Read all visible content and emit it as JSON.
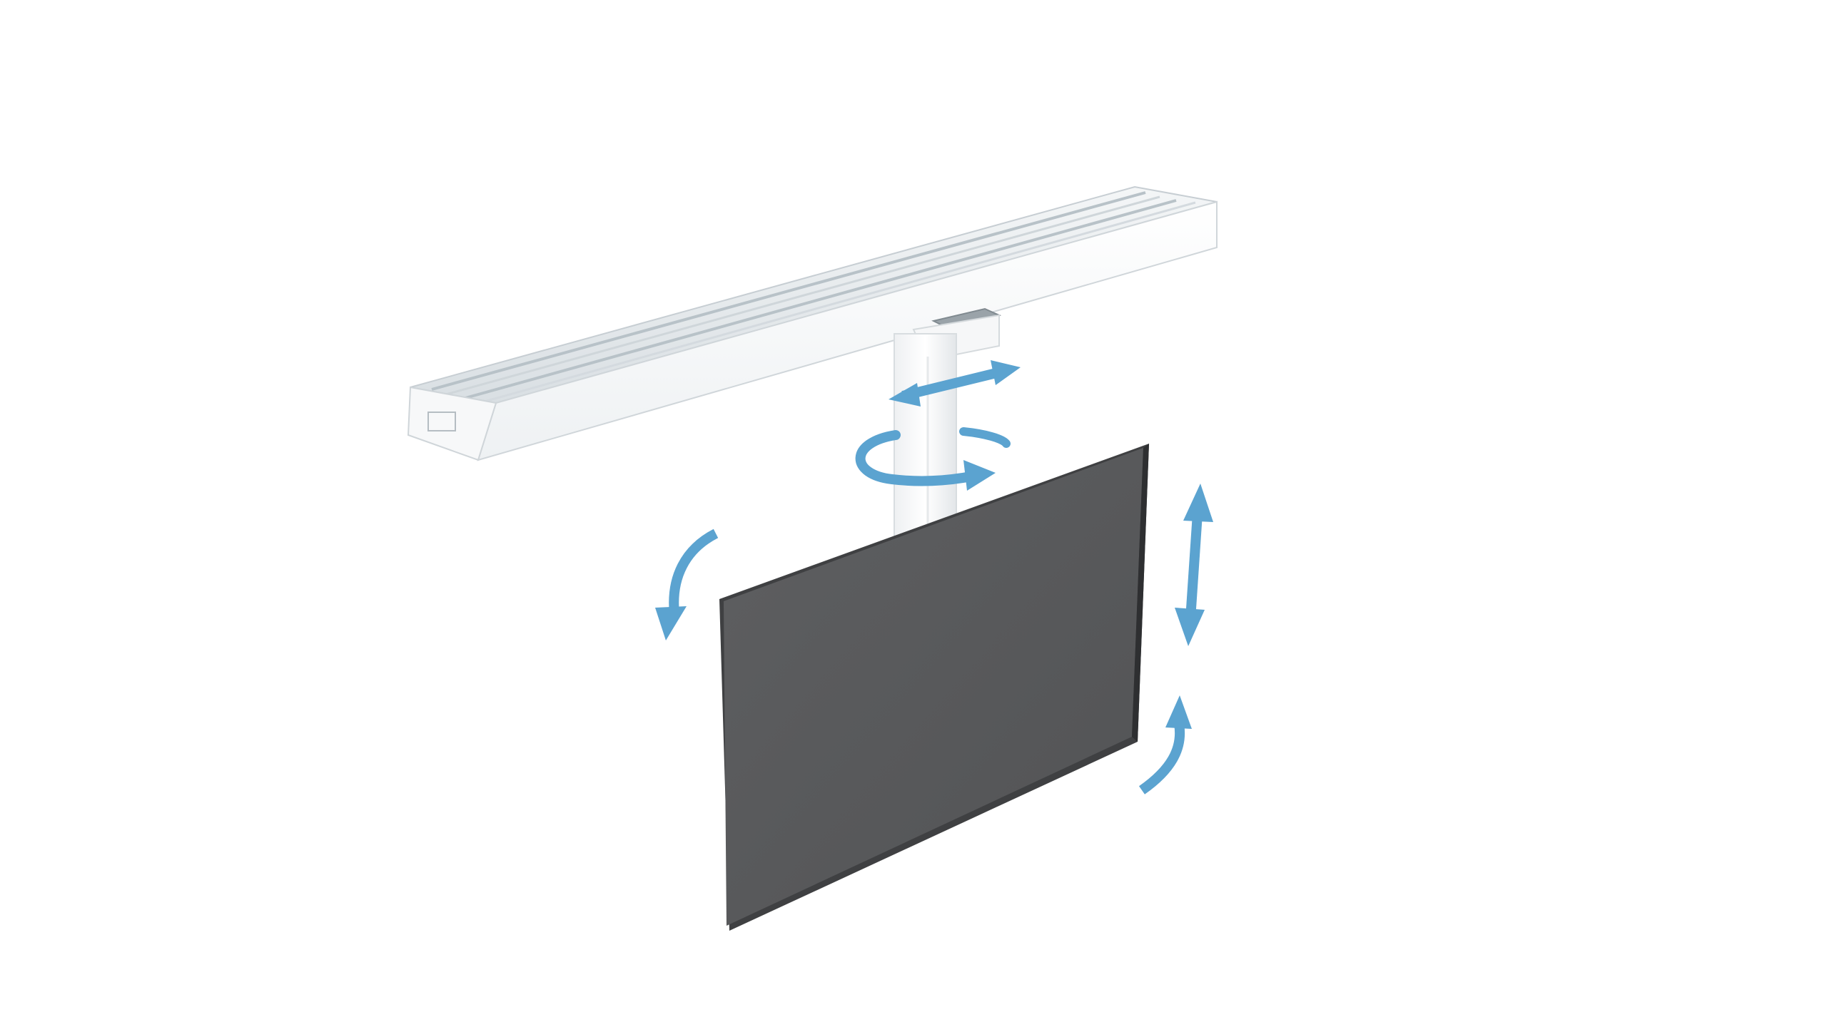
{
  "scene": {
    "subject": "ceiling-rail-tv-mount",
    "background_color": "#ffffff",
    "rail_color": "#ffffff",
    "rail_groove_color": "#c9d1d6",
    "screen_color": "#58595b",
    "screen_frame_color": "#3f4042",
    "arrow_color": "#5ba3d0",
    "arrows": [
      {
        "name": "slide-arrow",
        "icon": "double-headed-arrow"
      },
      {
        "name": "rotate-arrow",
        "icon": "circular-arrow"
      },
      {
        "name": "tilt-arrow-left",
        "icon": "curved-arrow"
      },
      {
        "name": "height-arrow",
        "icon": "vertical-double-arrow"
      },
      {
        "name": "tilt-arrow-right",
        "icon": "curved-arrow"
      }
    ]
  }
}
